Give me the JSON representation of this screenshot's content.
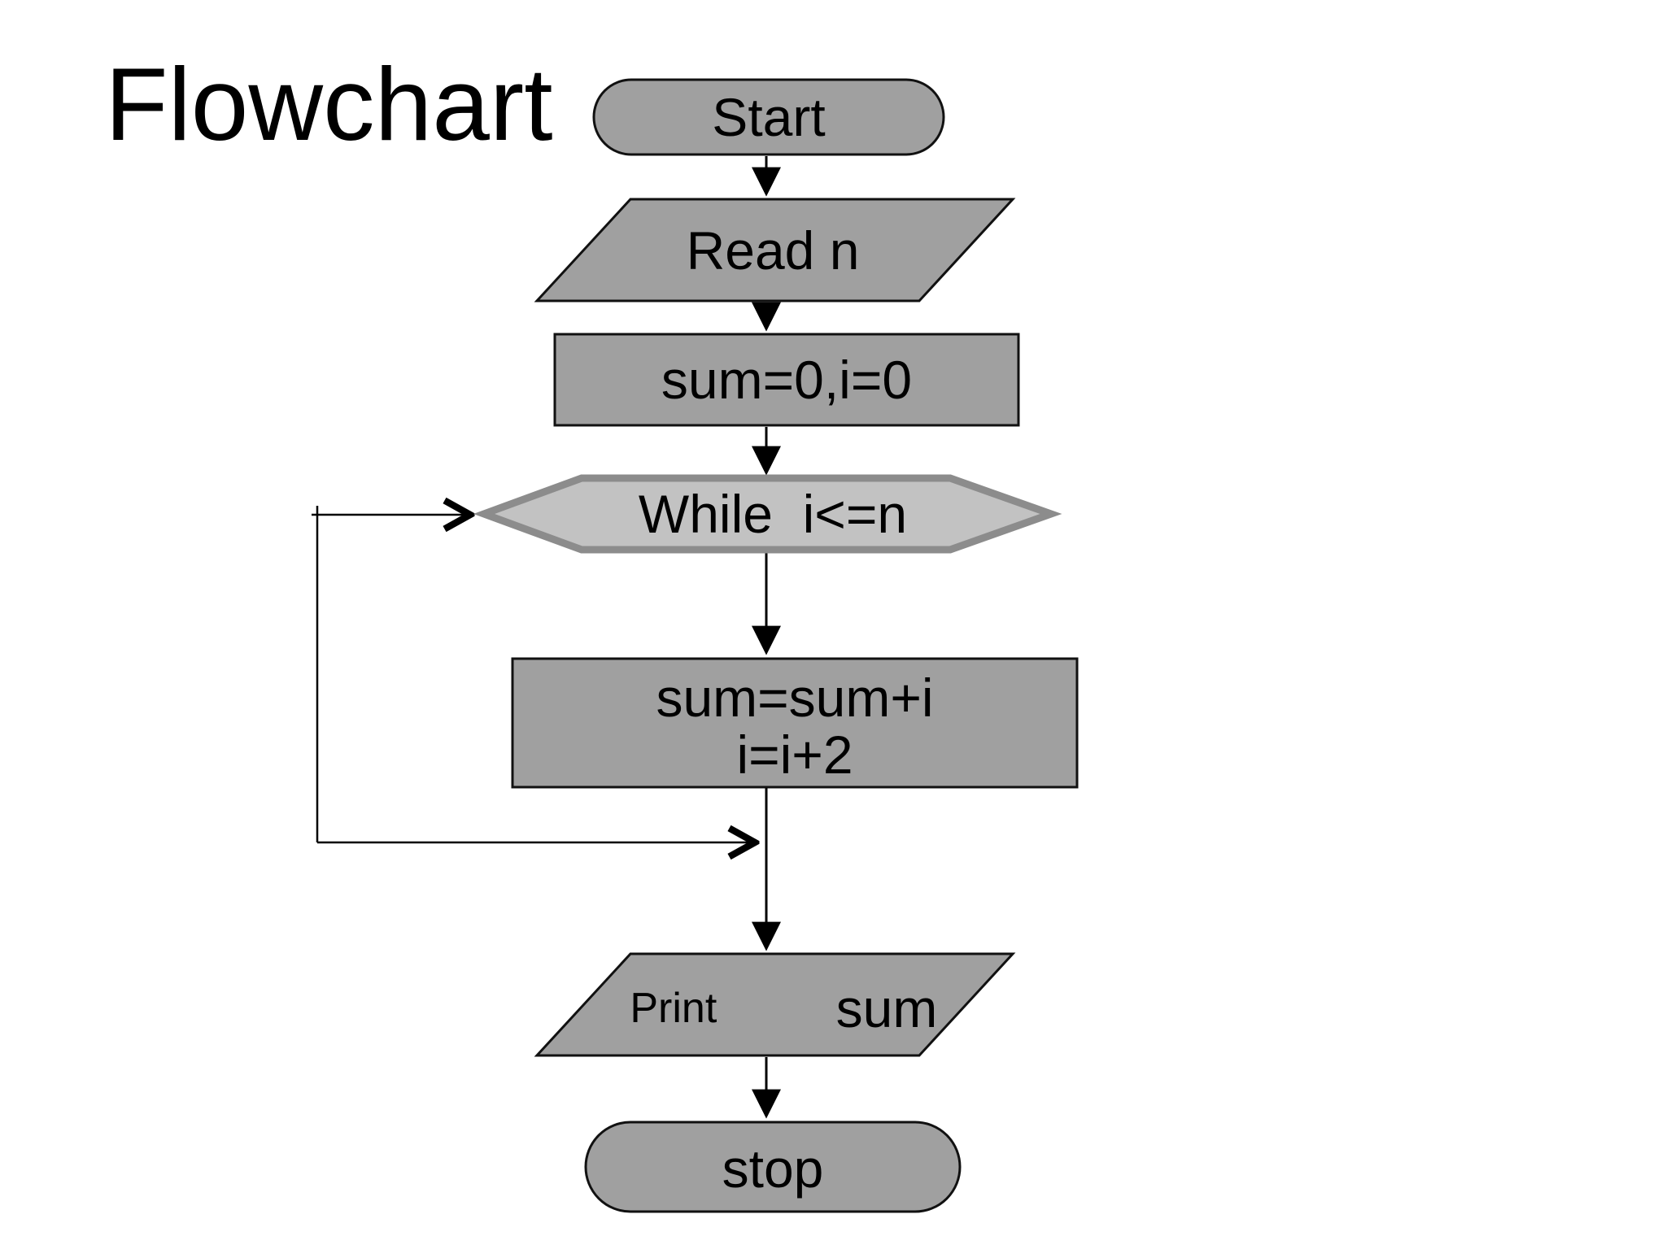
{
  "page": {
    "title": "Flowchart",
    "background": "#ffffff"
  },
  "diagram": {
    "type": "flowchart",
    "description": "Flowchart computing the sum of even numbers from 0 to n using a while loop",
    "nodes": {
      "start": {
        "shape": "terminator",
        "label": "Start"
      },
      "read_n": {
        "shape": "io-parallelogram",
        "label": "Read n"
      },
      "init": {
        "shape": "process",
        "label": "sum=0,i=0"
      },
      "while_loop": {
        "shape": "loop-hexagon",
        "label": "While  i<=n"
      },
      "body": {
        "shape": "process",
        "line1": "sum=sum+i",
        "line2": "i=i+2"
      },
      "print": {
        "shape": "io-parallelogram",
        "label_small": "Print",
        "label_big": "sum"
      },
      "stop": {
        "shape": "terminator",
        "label": "stop"
      }
    },
    "edges": [
      {
        "from": "start",
        "to": "read_n",
        "arrowhead": "triangle"
      },
      {
        "from": "read_n",
        "to": "init",
        "arrowhead": "triangle"
      },
      {
        "from": "init",
        "to": "while_loop",
        "arrowhead": "triangle"
      },
      {
        "from": "while_loop",
        "to": "body",
        "arrowhead": "triangle"
      },
      {
        "from": "body",
        "to": "print",
        "arrowhead": "triangle",
        "via": "merge-junction"
      },
      {
        "from": "loop-return-line",
        "to": "while_loop",
        "arrowhead": "chevron",
        "enters": "left-tip"
      },
      {
        "from": "loop-return-line",
        "to": "merge-junction",
        "arrowhead": "chevron"
      },
      {
        "from": "print",
        "to": "stop",
        "arrowhead": "triangle"
      }
    ],
    "colors": {
      "node_fill": "#a0a0a0",
      "node_border": "#111111",
      "hexagon_fill": "#c2c2c2",
      "hexagon_border": "#8c8c8c",
      "line": "#000000",
      "text": "#000000",
      "background": "#ffffff"
    }
  }
}
